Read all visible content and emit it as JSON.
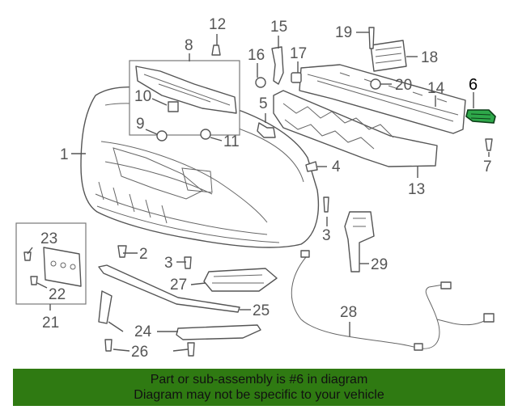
{
  "diagram": {
    "highlight_color": "#2ea84a",
    "callouts": {
      "c1": "1",
      "c2": "2",
      "c3a": "3",
      "c3b": "3",
      "c4": "4",
      "c5": "5",
      "c6": "6",
      "c7": "7",
      "c8": "8",
      "c9": "9",
      "c10": "10",
      "c11": "11",
      "c12": "12",
      "c13": "13",
      "c14": "14",
      "c15": "15",
      "c16": "16",
      "c17": "17",
      "c18": "18",
      "c19": "19",
      "c20": "20",
      "c21": "21",
      "c22": "22",
      "c23": "23",
      "c24": "24",
      "c25": "25",
      "c26": "26",
      "c27": "27",
      "c28": "28",
      "c29": "29"
    }
  },
  "footer": {
    "background_color": "#2f7a12",
    "line1": "Part or sub-assembly is #6 in diagram",
    "line2": "Diagram may not be specific to your vehicle"
  }
}
